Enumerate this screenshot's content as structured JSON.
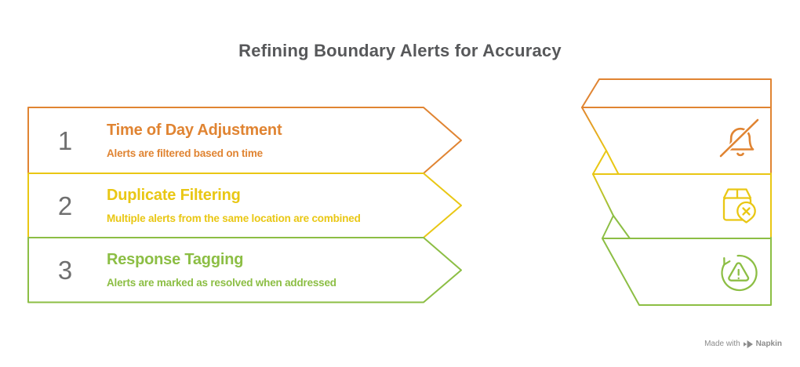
{
  "title": {
    "text": "Refining Boundary Alerts for Accuracy",
    "color": "#57585A"
  },
  "steps": [
    {
      "number": "1",
      "title": "Time of Day Adjustment",
      "description": "Alerts are filtered based on time",
      "color": "#E08432",
      "icon": "bell-off-icon"
    },
    {
      "number": "2",
      "title": "Duplicate Filtering",
      "description": "Multiple alerts from the same location are combined",
      "color": "#E9C714",
      "icon": "package-x-icon"
    },
    {
      "number": "3",
      "title": "Response Tagging",
      "description": "Alerts are marked as resolved when addressed",
      "color": "#8CBE44",
      "icon": "refresh-warning-icon"
    }
  ],
  "number_color": "#6F6F6F",
  "background_color": "#FFFFFF",
  "watermark": {
    "prefix": "Made with",
    "brand": "Napkin",
    "color": "#8C8C8C"
  }
}
